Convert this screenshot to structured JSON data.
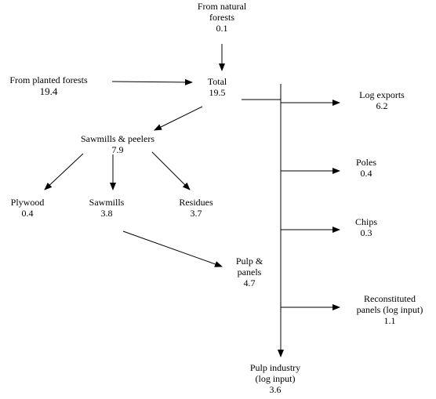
{
  "nodes": {
    "natural": {
      "label_lines": [
        "From natural",
        "forests"
      ],
      "value": "0.1"
    },
    "planted": {
      "label_lines": [
        "From planted forests"
      ],
      "value": "19.4"
    },
    "total": {
      "label_lines": [
        "Total"
      ],
      "value": "19.5"
    },
    "sawmills_peelers": {
      "label_lines": [
        "Sawmills & peelers"
      ],
      "value": "7.9"
    },
    "plywood": {
      "label_lines": [
        "Plywood"
      ],
      "value": "0.4"
    },
    "sawmills": {
      "label_lines": [
        "Sawmills"
      ],
      "value": "3.8"
    },
    "residues": {
      "label_lines": [
        "Residues"
      ],
      "value": "3.7"
    },
    "pulp_panels": {
      "label_lines": [
        "Pulp &",
        "panels"
      ],
      "value": "4.7"
    },
    "log_exports": {
      "label_lines": [
        "Log exports"
      ],
      "value": "6.2"
    },
    "poles": {
      "label_lines": [
        "Poles"
      ],
      "value": "0.4"
    },
    "chips": {
      "label_lines": [
        "Chips"
      ],
      "value": "0.3"
    },
    "reconstituted": {
      "label_lines": [
        "Reconstituted",
        "panels (log input)"
      ],
      "value": "1.1"
    },
    "pulp_industry": {
      "label_lines": [
        "Pulp industry",
        "(log input)"
      ],
      "value": "3.6"
    }
  }
}
